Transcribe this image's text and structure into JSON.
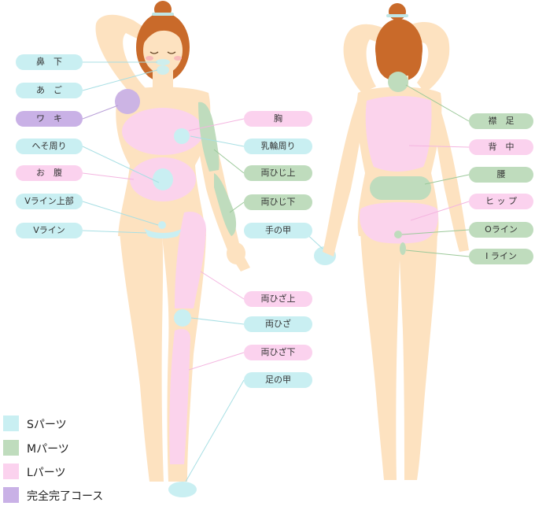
{
  "colors": {
    "S": "#c9eff2",
    "M": "#bfdcbd",
    "L": "#fbd2ee",
    "complete": "#c9b1e6",
    "skin": "#fde2c0",
    "hair": "#c96a2a"
  },
  "front_labels": [
    {
      "text": "鼻　下",
      "part": "S"
    },
    {
      "text": "あ　ご",
      "part": "S"
    },
    {
      "text": "ワ　キ",
      "part": "complete"
    },
    {
      "text": "へそ周り",
      "part": "S"
    },
    {
      "text": "お　腹",
      "part": "L"
    },
    {
      "text": "Vライン上部",
      "part": "S"
    },
    {
      "text": "Vライン",
      "part": "S"
    }
  ],
  "middle_labels": [
    {
      "text": "胸",
      "part": "L"
    },
    {
      "text": "乳輪周り",
      "part": "S"
    },
    {
      "text": "両ひじ上",
      "part": "M"
    },
    {
      "text": "両ひじ下",
      "part": "M"
    },
    {
      "text": "手の甲",
      "part": "S"
    },
    {
      "text": "両ひざ上",
      "part": "L"
    },
    {
      "text": "両ひざ",
      "part": "S"
    },
    {
      "text": "両ひざ下",
      "part": "L"
    },
    {
      "text": "足の甲",
      "part": "S"
    }
  ],
  "back_labels": [
    {
      "text": "襟　足",
      "part": "M"
    },
    {
      "text": "背　中",
      "part": "L"
    },
    {
      "text": "腰",
      "part": "M"
    },
    {
      "text": "ヒ ッ プ",
      "part": "L"
    },
    {
      "text": "Oライン",
      "part": "M"
    },
    {
      "text": "I ライン",
      "part": "M"
    }
  ],
  "legend": [
    {
      "label": "Sパーツ",
      "part": "S"
    },
    {
      "label": "Mパーツ",
      "part": "M"
    },
    {
      "label": "Lパーツ",
      "part": "L"
    },
    {
      "label": "完全完了コース",
      "part": "complete"
    }
  ]
}
